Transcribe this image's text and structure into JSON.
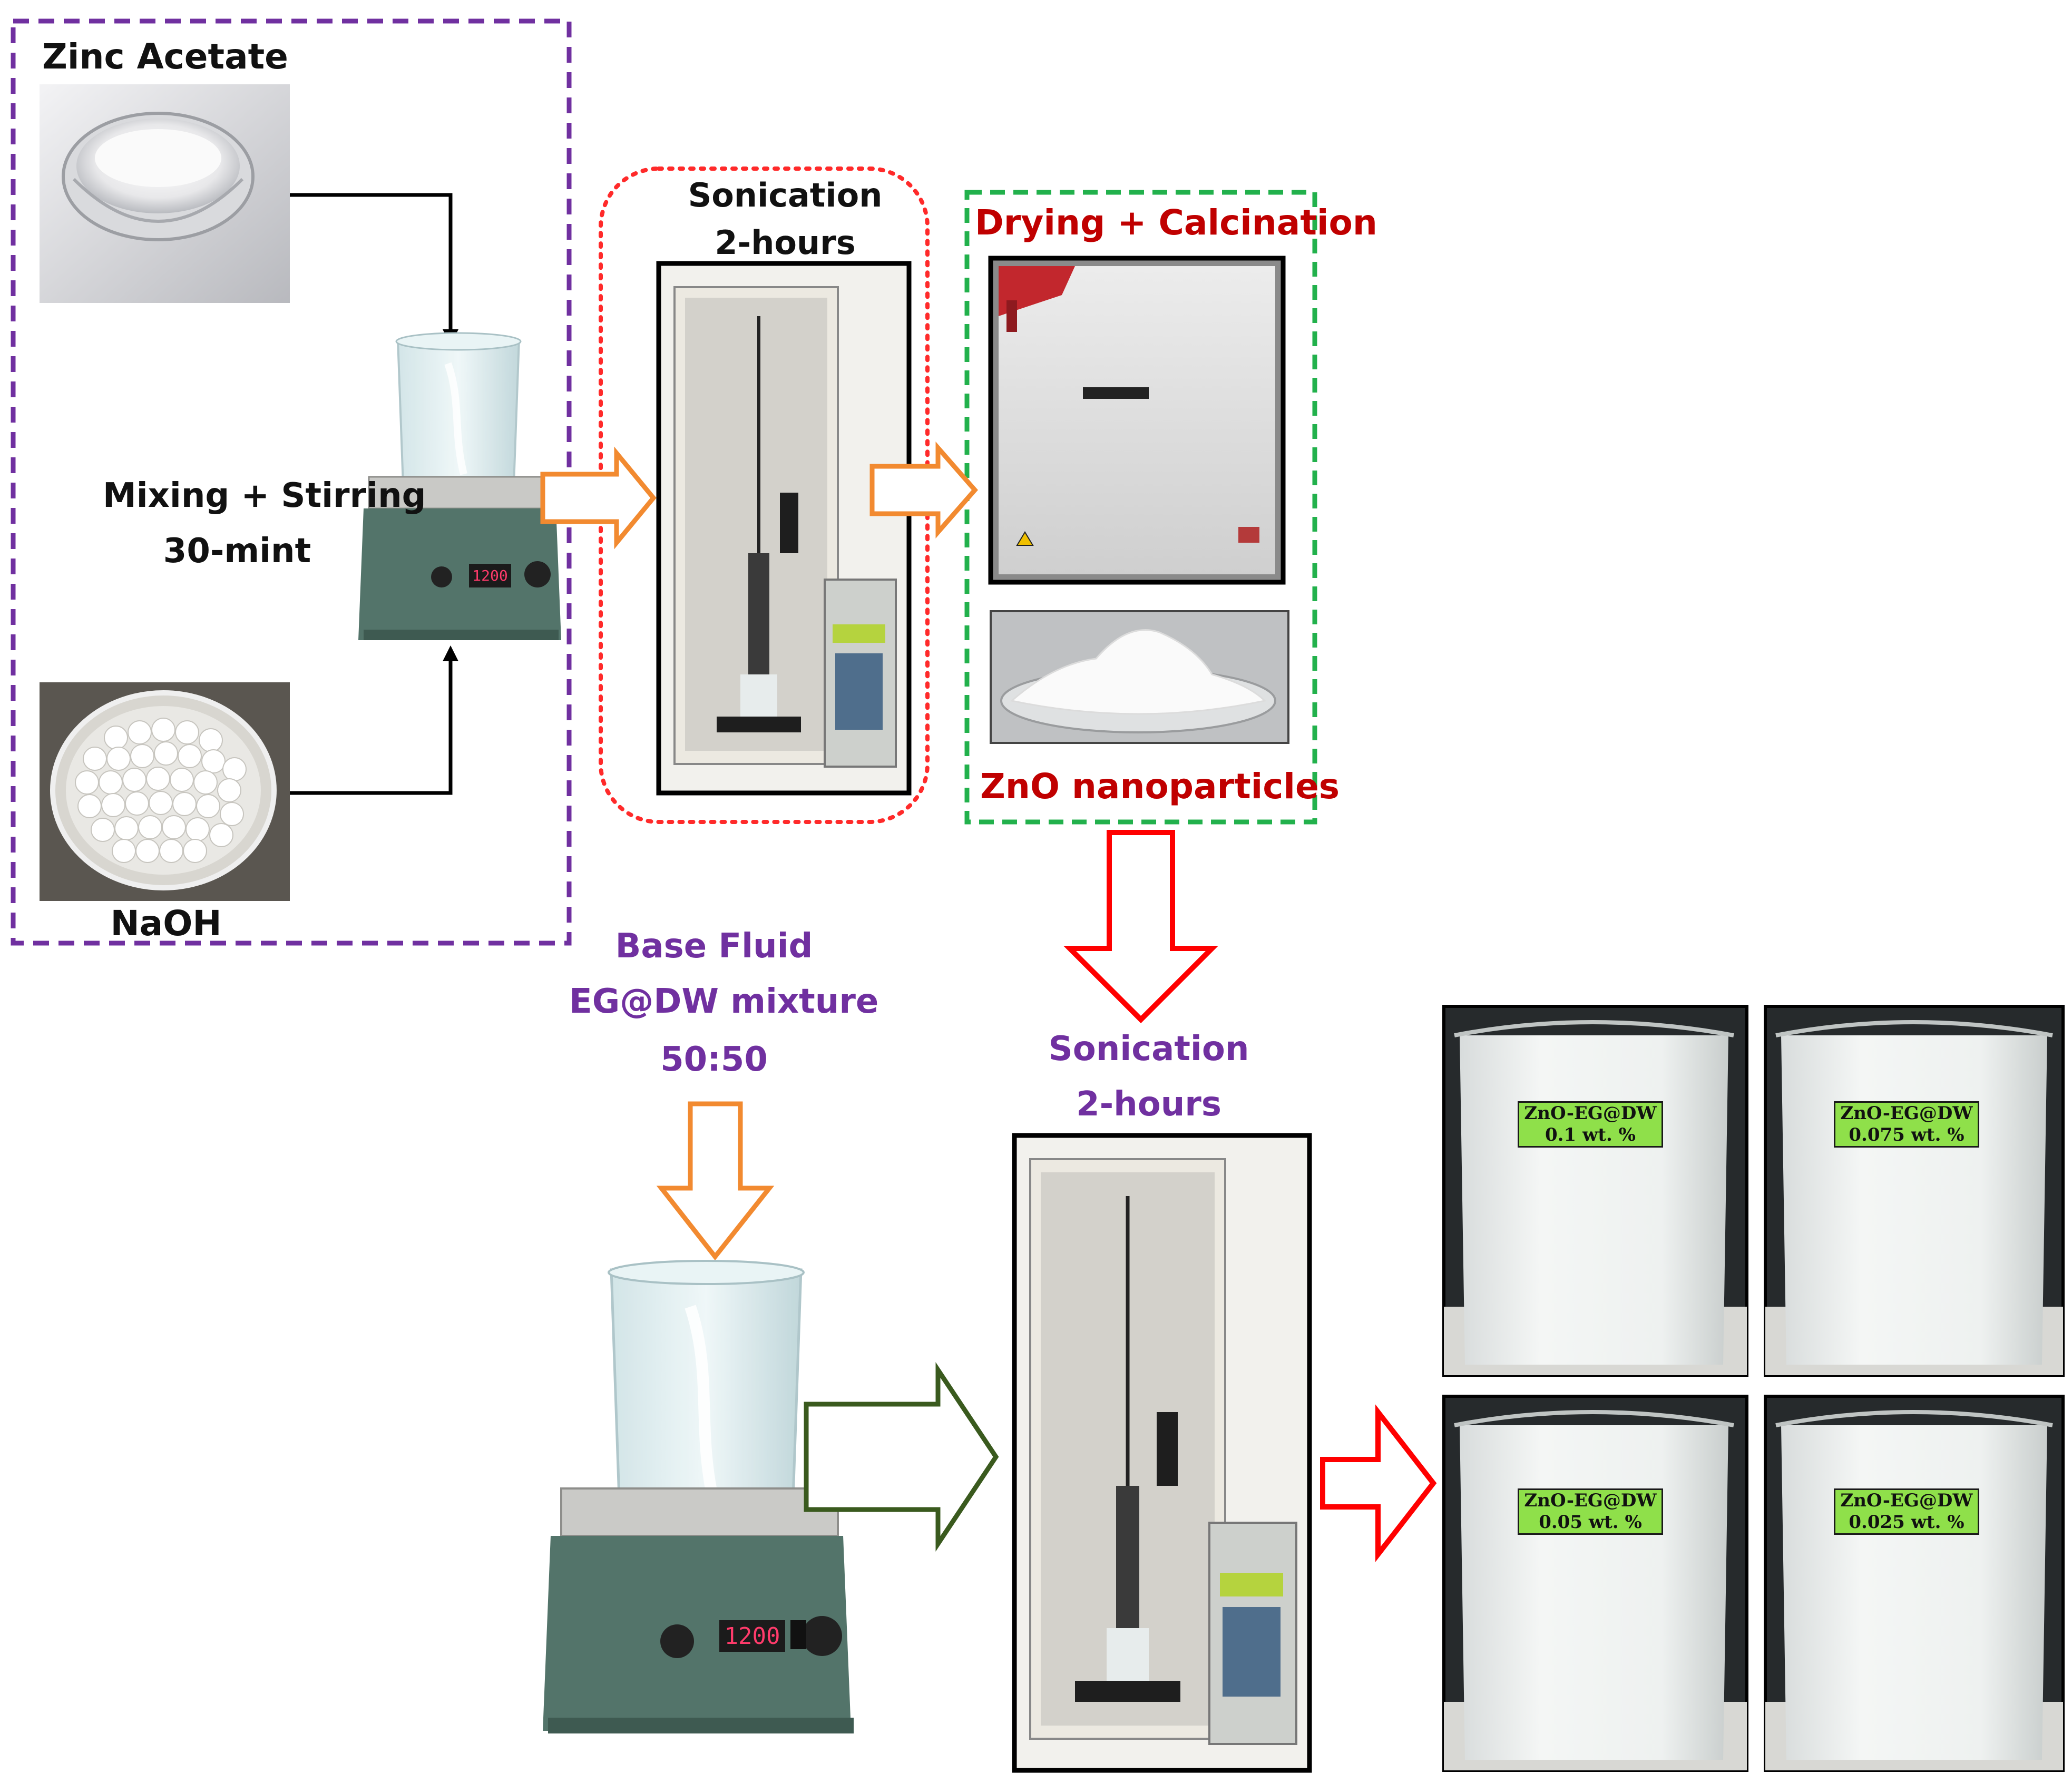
{
  "labels": {
    "zinc_acetate": "Zinc Acetate",
    "naoh": "NaOH",
    "mixing_line1": "Mixing + Stirring",
    "mixing_line2": "30-mint",
    "sonication1_line1": "Sonication",
    "sonication1_line2": "2-hours",
    "drying": "Drying + Calcination",
    "zno": "ZnO nanoparticles",
    "base_line1": "Base Fluid",
    "base_line2": "EG@DW mixture",
    "base_line3": "50:50",
    "sonication2_line1": "Sonication",
    "sonication2_line2": "2-hours"
  },
  "stirrer_display": "1200",
  "samples": [
    {
      "name": "ZnO-EG@DW",
      "conc": "0.1 wt. %"
    },
    {
      "name": "ZnO-EG@DW",
      "conc": "0.075 wt. %"
    },
    {
      "name": "ZnO-EG@DW",
      "conc": "0.05 wt. %"
    },
    {
      "name": "ZnO-EG@DW",
      "conc": "0.025 wt. %"
    }
  ],
  "colors": {
    "purple_box": "#7030a0",
    "red_dotted": "#ff2a2a",
    "green_dashed": "#22b14c",
    "orange_arrow": "#f28a30",
    "red_arrow": "#ff0000",
    "dark_green_arrow": "#3a5a1e",
    "title_red": "#c00000",
    "title_purple": "#7030a0",
    "label_green": "#8fe04a"
  }
}
